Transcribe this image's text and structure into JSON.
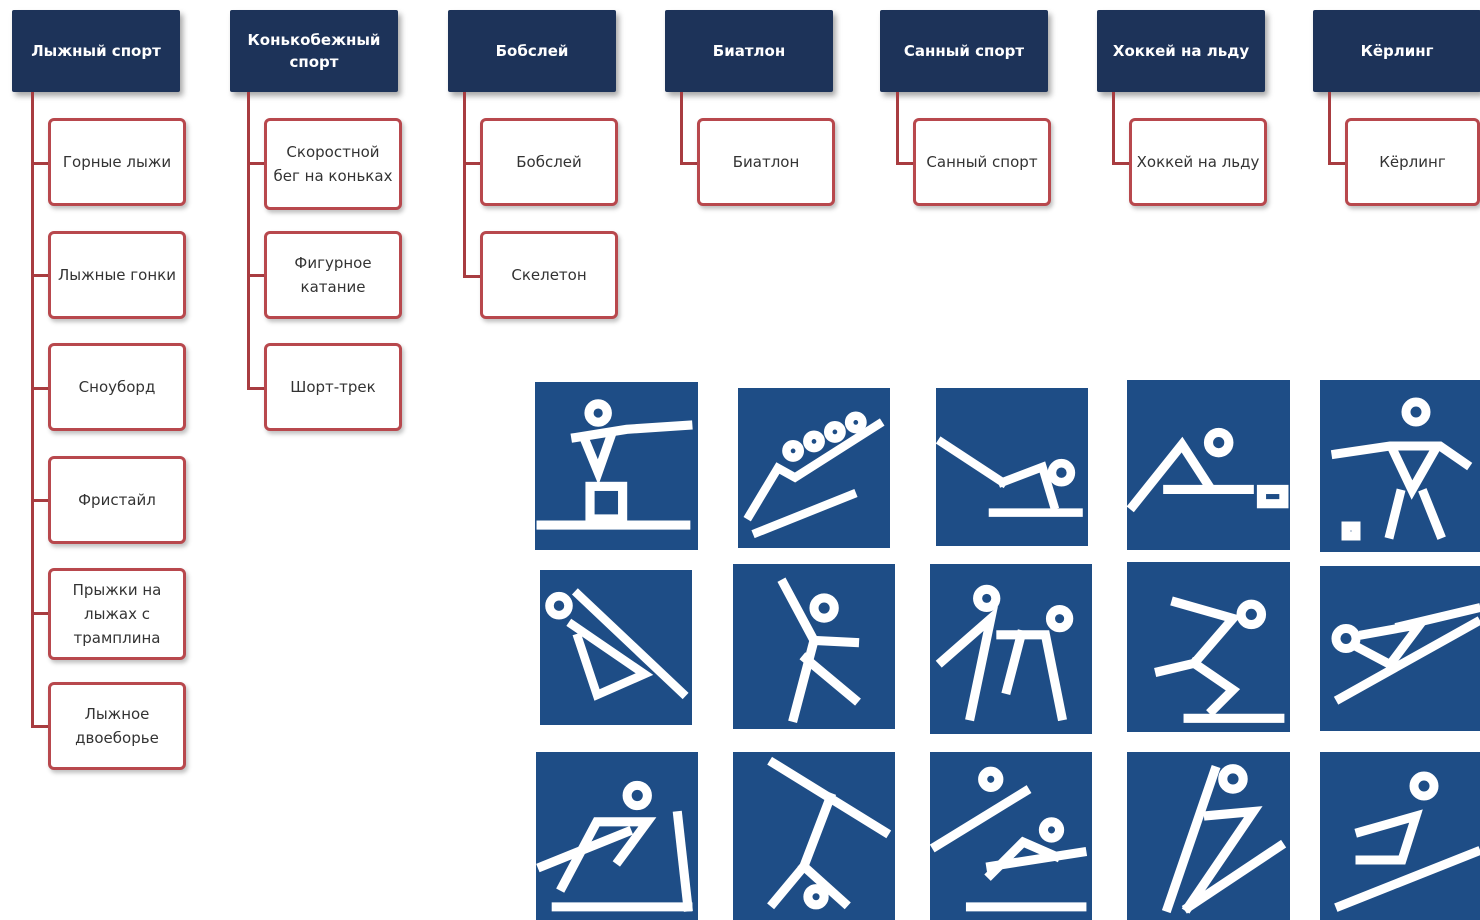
{
  "colors": {
    "header_bg": "#1d3359",
    "child_border": "#b8484d",
    "connector": "#a83c40",
    "tile_bg": "#1e4d86"
  },
  "categories": [
    {
      "title": "Лыжный спорт",
      "items": [
        "Горные лыжи",
        "Лыжные гонки",
        "Сноуборд",
        "Фристайл",
        "Прыжки на лыжах с трамплина",
        "Лыжное двоеборье"
      ]
    },
    {
      "title": "Конькобежный спорт",
      "items": [
        "Скоростной бег на коньках",
        "Фигурное катание",
        "Шорт-трек"
      ]
    },
    {
      "title": "Бобслей",
      "items": [
        "Бобслей",
        "Скелетон"
      ]
    },
    {
      "title": "Биатлон",
      "items": [
        "Биатлон"
      ]
    },
    {
      "title": "Санный спорт",
      "items": [
        "Санный спорт"
      ]
    },
    {
      "title": "Хоккей на льду",
      "items": [
        "Хоккей на льду"
      ]
    },
    {
      "title": "Кёрлинг",
      "items": [
        "Кёрлинг"
      ]
    }
  ],
  "pictograms": [
    {
      "icon": "biathlon-pictogram"
    },
    {
      "icon": "bobsleigh-pictogram"
    },
    {
      "icon": "luge-pictogram"
    },
    {
      "icon": "curling-pictogram"
    },
    {
      "icon": "ice-hockey-pictogram"
    },
    {
      "icon": "skeleton-pictogram"
    },
    {
      "icon": "figure-skating-pictogram"
    },
    {
      "icon": "short-track-pictogram"
    },
    {
      "icon": "speed-skating-pictogram"
    },
    {
      "icon": "alpine-skiing-pictogram"
    },
    {
      "icon": "cross-country-pictogram"
    },
    {
      "icon": "freestyle-pictogram"
    },
    {
      "icon": "nordic-combined-pictogram"
    },
    {
      "icon": "ski-jumping-pictogram"
    },
    {
      "icon": "snowboard-pictogram"
    }
  ]
}
